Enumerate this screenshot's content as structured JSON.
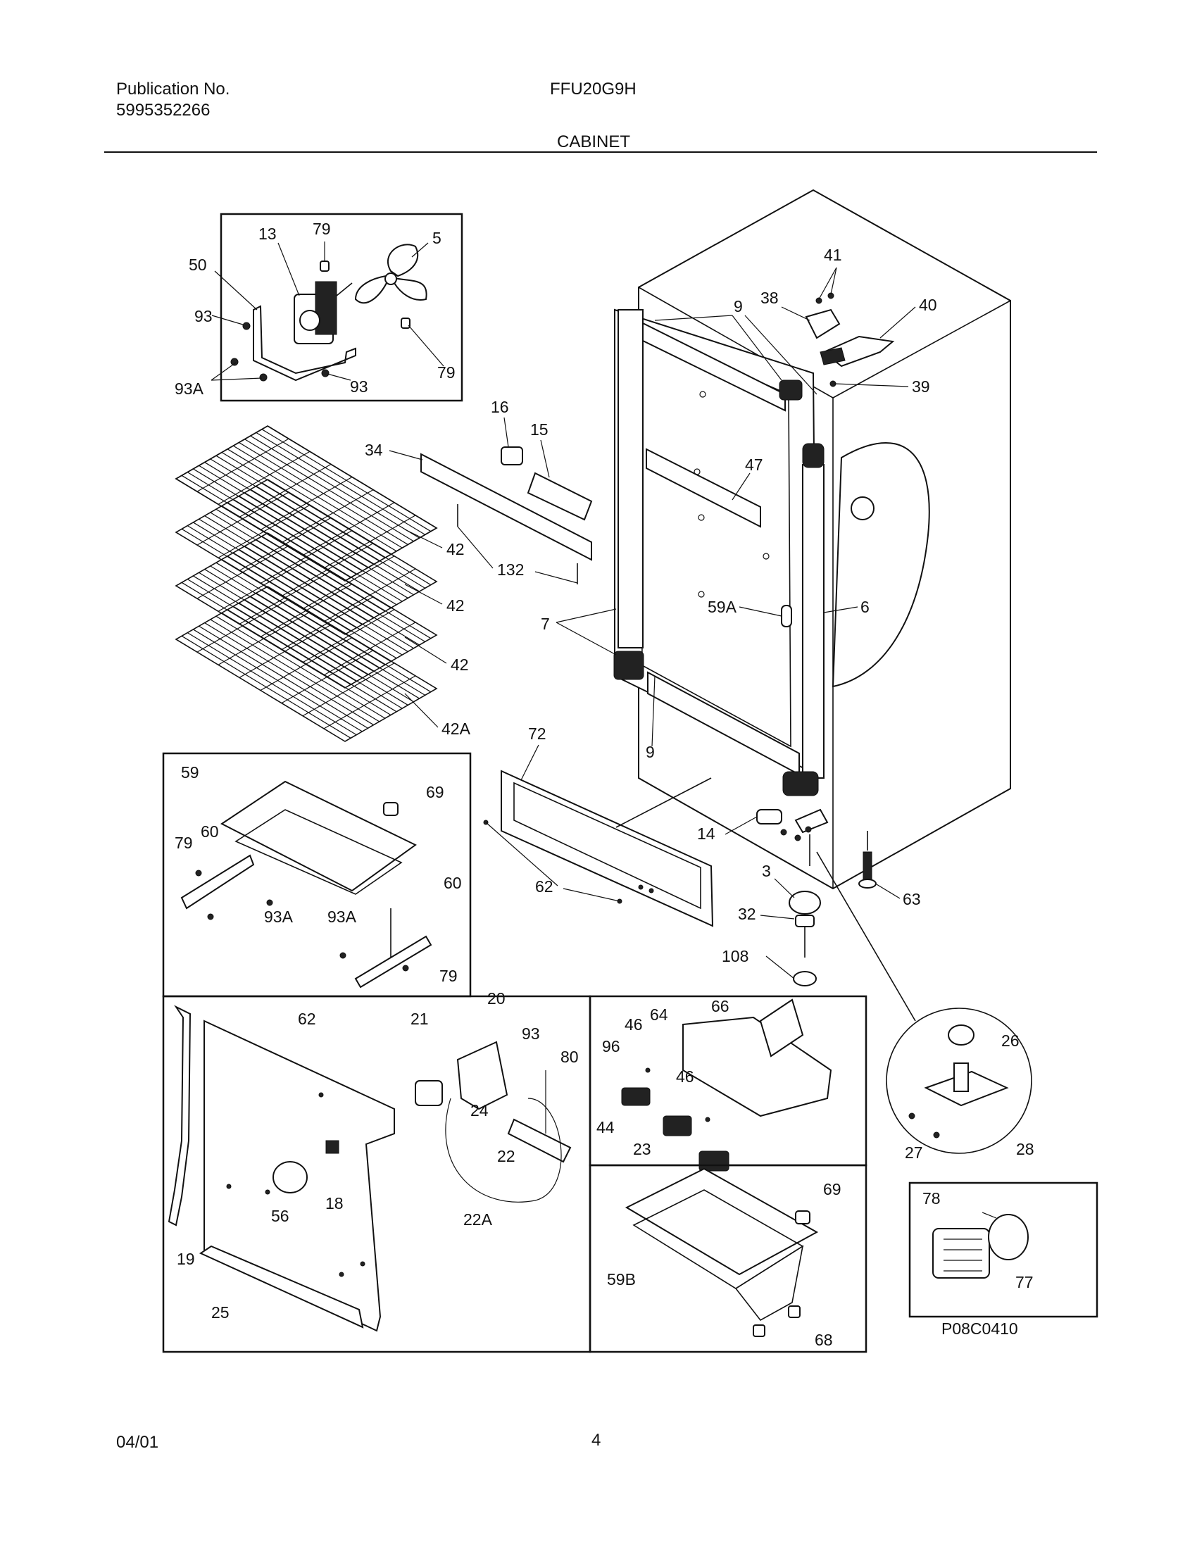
{
  "header": {
    "publication_label": "Publication No.",
    "publication_number": "5995352266",
    "model": "FFU20G9H",
    "section": "CABINET"
  },
  "footer": {
    "date": "04/01",
    "page": "4"
  },
  "diagram_code": "P08C0410",
  "callouts": {
    "c13": "13",
    "c79a": "79",
    "c5": "5",
    "c50": "50",
    "c93a": "93",
    "c79b": "79",
    "c93Aa": "93A",
    "c93b": "93",
    "c41": "41",
    "c38": "38",
    "c9a": "9",
    "c40": "40",
    "c39": "39",
    "c16": "16",
    "c15": "15",
    "c34": "34",
    "c47": "47",
    "c42a": "42",
    "c42b": "42",
    "c42c": "42",
    "c42A": "42A",
    "c132": "132",
    "c7": "7",
    "c59A": "59A",
    "c6": "6",
    "c72": "72",
    "c9b": "9",
    "c14": "14",
    "c3": "3",
    "c32": "32",
    "c108": "108",
    "c63": "63",
    "c62a": "62",
    "c59": "59",
    "c69a": "69",
    "c79c": "79",
    "c60a": "60",
    "c93Ab": "93A",
    "c93Ac": "93A",
    "c60b": "60",
    "c79d": "79",
    "c62b": "62",
    "c21": "21",
    "c20": "20",
    "c93c": "93",
    "c80": "80",
    "c24": "24",
    "c22": "22",
    "c22A": "22A",
    "c18": "18",
    "c56": "56",
    "c19": "19",
    "c25": "25",
    "c46a": "46",
    "c64": "64",
    "c66": "66",
    "c96": "96",
    "c46b": "46",
    "c44": "44",
    "c23": "23",
    "c26": "26",
    "c27": "27",
    "c28": "28",
    "c69b": "69",
    "c59B": "59B",
    "c68": "68",
    "c78": "78",
    "c77": "77"
  }
}
